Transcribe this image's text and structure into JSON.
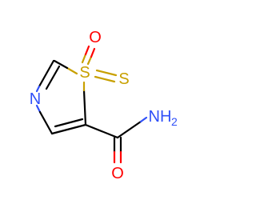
{
  "molecule": {
    "atoms": {
      "oxygen_top": {
        "symbol": "O",
        "color": "#ff0000"
      },
      "sulfur_ring": {
        "symbol": "S",
        "color": "#c8a000"
      },
      "sulfur_thione": {
        "symbol": "S",
        "color": "#c8a000"
      },
      "nitrogen_ring": {
        "symbol": "N",
        "color": "#3050f8"
      },
      "amide_nitrogen": {
        "symbol": "NH",
        "subscript": "2",
        "color": "#3050f8"
      },
      "carbonyl_oxygen": {
        "symbol": "O",
        "color": "#ff0000"
      }
    }
  }
}
